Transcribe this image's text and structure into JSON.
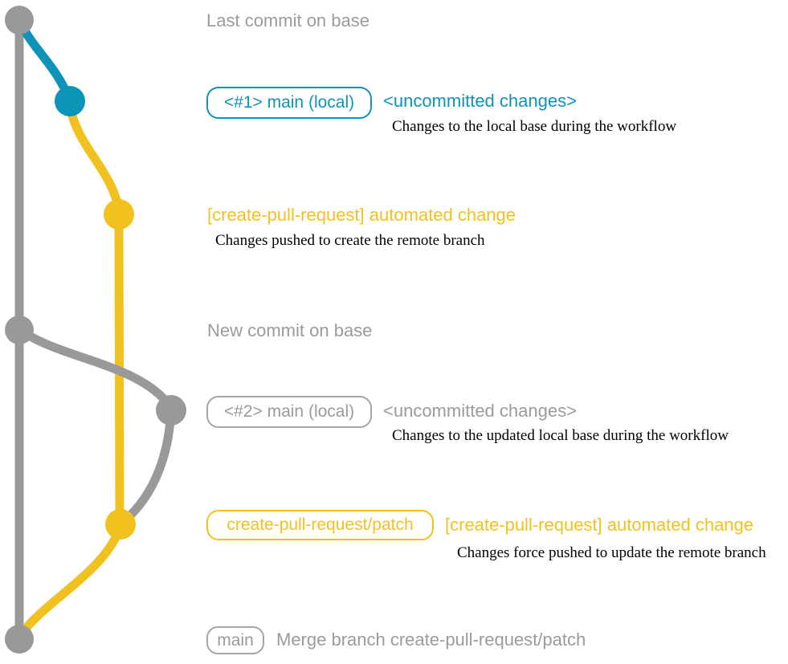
{
  "colors": {
    "gray": "#999999",
    "teal": "#0d94b8",
    "yellow": "#f1c21f",
    "black": "#000000"
  },
  "graph": {
    "nodes": [
      {
        "id": "last-commit-on-base",
        "color": "gray"
      },
      {
        "id": "local-main-1",
        "color": "teal"
      },
      {
        "id": "automated-change-1",
        "color": "yellow"
      },
      {
        "id": "new-commit-on-base",
        "color": "gray"
      },
      {
        "id": "local-main-2",
        "color": "gray"
      },
      {
        "id": "automated-change-2",
        "color": "yellow"
      },
      {
        "id": "merge-commit",
        "color": "gray"
      }
    ]
  },
  "labels": {
    "last_commit": "Last commit on base",
    "branch1_tag": "<#1> main (local)",
    "branch1_status": "<uncommitted changes>",
    "branch1_desc": "Changes to the local base during the workflow",
    "auto_change1": "[create-pull-request] automated change",
    "auto_change1_desc": "Changes pushed to create the remote branch",
    "new_commit": "New commit on base",
    "branch2_tag": "<#2> main (local)",
    "branch2_status": "<uncommitted changes>",
    "branch2_desc": "Changes to the updated local base during the workflow",
    "patch_branch_tag": "create-pull-request/patch",
    "auto_change2": "[create-pull-request] automated change",
    "auto_change2_desc": "Changes force pushed to update the remote branch",
    "main_tag": "main",
    "merge_commit": "Merge branch create-pull-request/patch"
  }
}
